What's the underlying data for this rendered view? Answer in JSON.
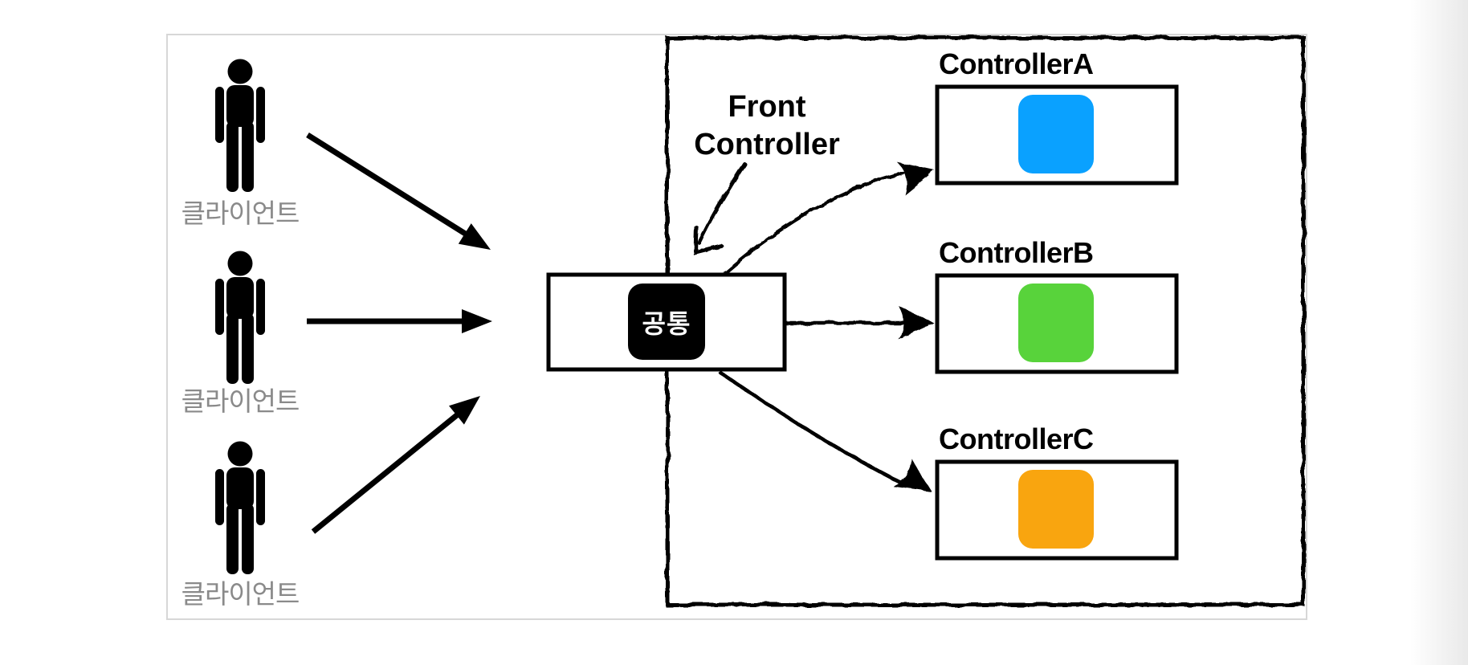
{
  "diagram": {
    "clients": [
      {
        "label": "클라이언트"
      },
      {
        "label": "클라이언트"
      },
      {
        "label": "클라이언트"
      }
    ],
    "front_controller": {
      "annotation_label": "Front\nController",
      "common_box_label": "공통"
    },
    "controllers": [
      {
        "name": "ControllerA",
        "color": "#0AA1FF"
      },
      {
        "name": "ControllerB",
        "color": "#58D33B"
      },
      {
        "name": "ControllerC",
        "color": "#F9A50F"
      }
    ],
    "colors": {
      "ink": "#000000",
      "client_label_gray": "#8a8a8a",
      "panel_border": "#d7d7d7"
    }
  }
}
